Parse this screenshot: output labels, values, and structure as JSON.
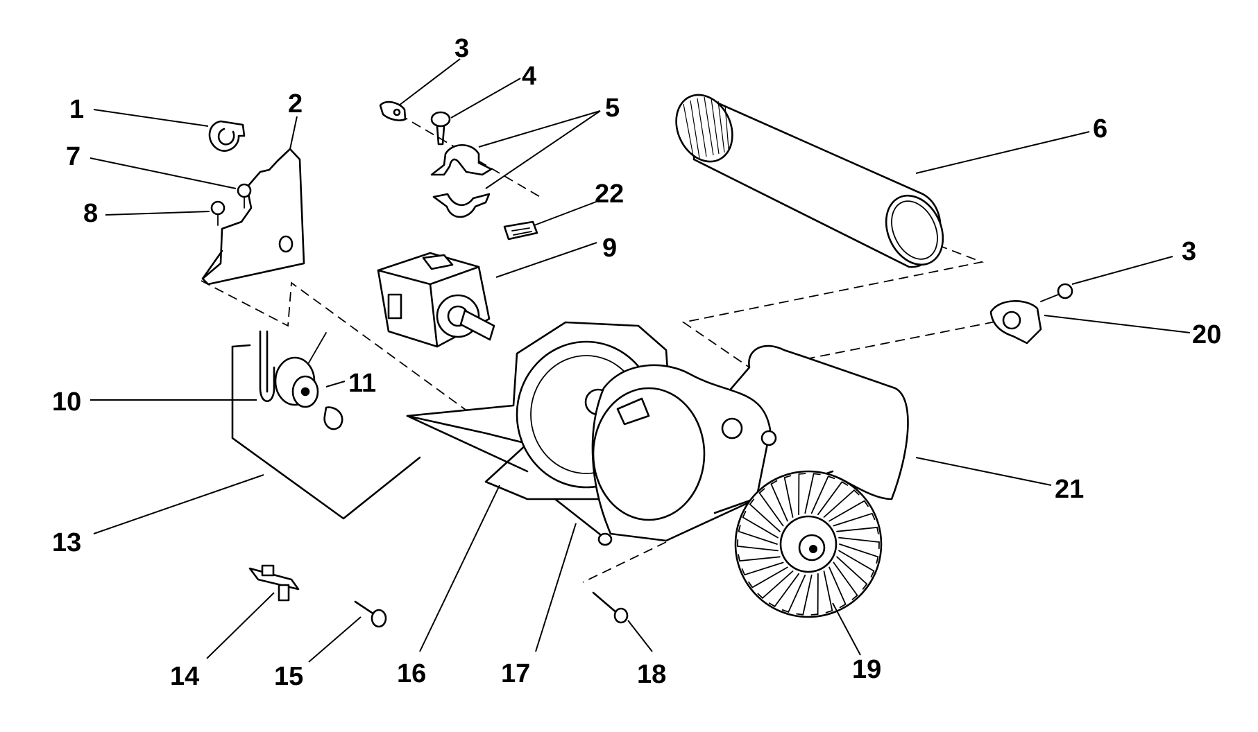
{
  "callouts": [
    {
      "id": "c1",
      "text": "1"
    },
    {
      "id": "c2",
      "text": "2"
    },
    {
      "id": "c3a",
      "text": "3"
    },
    {
      "id": "c4",
      "text": "4"
    },
    {
      "id": "c5",
      "text": "5"
    },
    {
      "id": "c6",
      "text": "6"
    },
    {
      "id": "c7",
      "text": "7"
    },
    {
      "id": "c8",
      "text": "8"
    },
    {
      "id": "c22",
      "text": "22"
    },
    {
      "id": "c9",
      "text": "9"
    },
    {
      "id": "c3b",
      "text": "3"
    },
    {
      "id": "c20",
      "text": "20"
    },
    {
      "id": "c11",
      "text": "11"
    },
    {
      "id": "c10",
      "text": "10"
    },
    {
      "id": "c21",
      "text": "21"
    },
    {
      "id": "c13",
      "text": "13"
    },
    {
      "id": "c14",
      "text": "14"
    },
    {
      "id": "c15",
      "text": "15"
    },
    {
      "id": "c16",
      "text": "16"
    },
    {
      "id": "c17",
      "text": "17"
    },
    {
      "id": "c18",
      "text": "18"
    },
    {
      "id": "c19",
      "text": "19"
    }
  ]
}
